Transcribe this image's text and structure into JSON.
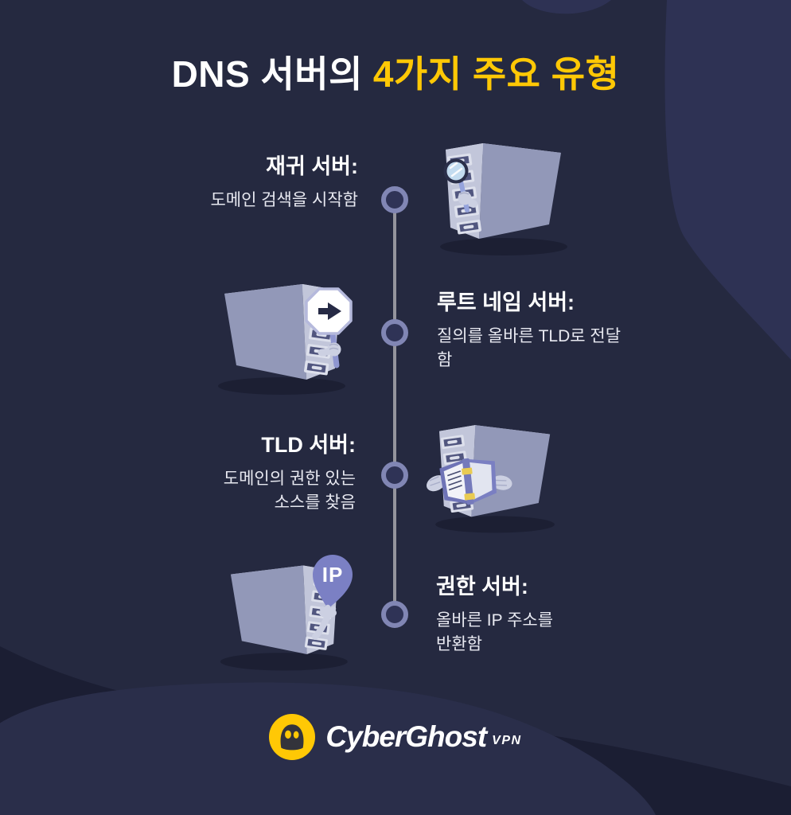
{
  "page": {
    "title_prefix": "DNS 서버의",
    "title_highlight": "4가지 주요 유형"
  },
  "colors": {
    "background": "#252940",
    "surface_light": "#2e3254",
    "surface_dark_band": "#1b1e33",
    "bottom_wave": "#2a2e4a",
    "accent_yellow": "#ffc805",
    "title_text": "#ffffff",
    "body_text": "#e8e9f1",
    "timeline_line": "#94949d",
    "node_ring": "#8186b4",
    "node_fill": "#2f3356",
    "server_front": "#c2c6da",
    "server_side": "#9298b8",
    "prop_purple": "#7b80c4"
  },
  "timeline": {
    "sections": [
      {
        "title": "재귀 서버:",
        "body": "도메인 검색을 시작함",
        "illustration": "server-magnifying-glass",
        "text_side": "left"
      },
      {
        "title": "루트 네임 서버:",
        "body": "질의를 올바른 TLD로 전달\n함",
        "illustration": "server-direction-sign",
        "text_side": "right"
      },
      {
        "title": "TLD 서버:",
        "body": "도메인의 권한 있는\n소스를 찾음",
        "illustration": "server-open-book",
        "text_side": "left"
      },
      {
        "title": "권한 서버:",
        "body": "올바른 IP 주소를\n반환함",
        "illustration": "server-ip-pin",
        "text_side": "right"
      }
    ]
  },
  "illustrations": {
    "pin_label": "IP"
  },
  "footer": {
    "brand": "CyberGhost",
    "brand_suffix": "VPN"
  }
}
